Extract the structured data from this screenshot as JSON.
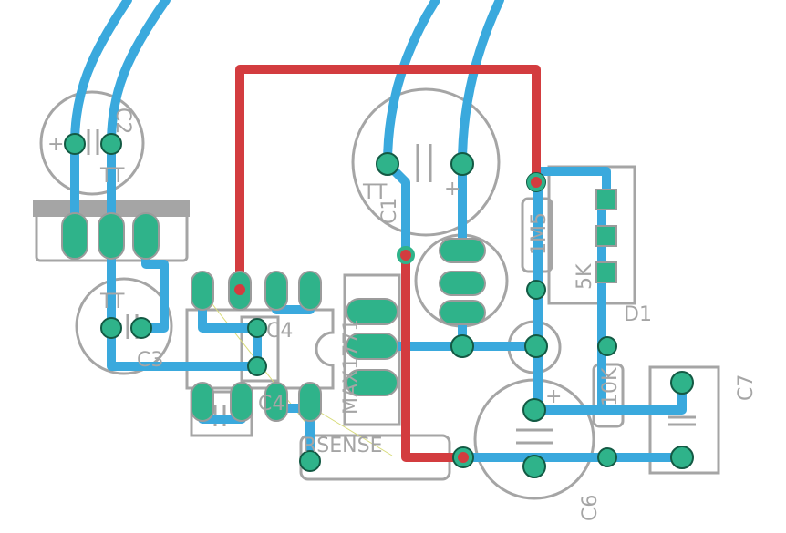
{
  "labels": {
    "c1": "C1",
    "c2": "C2",
    "c3": "C3",
    "c4": "C4",
    "c6": "C6",
    "c7": "C7",
    "d1": "D1",
    "r_1m5": "1M5",
    "r_5k": "5K",
    "r_10k": "10K",
    "rsense": "RSENSE",
    "ic": "MAX1771",
    "tt1": "TT",
    "tt2": "TT",
    "tt3": "TT",
    "plus": "+"
  },
  "colors": {
    "top_copper": "#d33c3f",
    "bottom_copper": "#3aa9dd",
    "pad": "#2fb38a",
    "silkscreen": "#a5a5a5"
  }
}
